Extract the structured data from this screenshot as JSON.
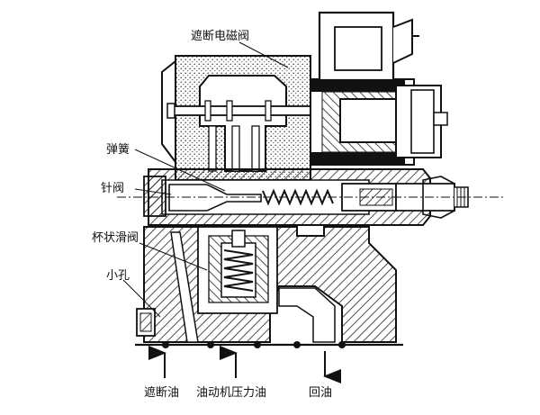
{
  "diagram": {
    "labels": {
      "cutoff_solenoid_valve": "遮断电磁阀",
      "spring": "弹簧",
      "needle_valve": "针阀",
      "cup_spool_valve": "杯状滑阀",
      "small_hole": "小孔",
      "cutoff_oil": "遮断油",
      "servo_pressure_oil": "油动机压力油",
      "return_oil": "回油"
    },
    "colors": {
      "ink": "#111111",
      "hatch": "#333333",
      "background": "#ffffff"
    }
  }
}
